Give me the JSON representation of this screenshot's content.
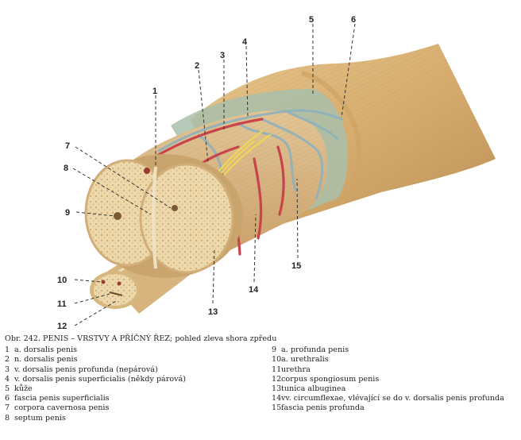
{
  "caption": {
    "title": "Obr. 242. PENIS – VRSTVY A PŘÍČNÝ ŘEZ; pohled zleva shora zpředu"
  },
  "figure": {
    "labels": [
      "1",
      "2",
      "3",
      "4",
      "5",
      "6",
      "7",
      "8",
      "9",
      "10",
      "11",
      "12",
      "13",
      "14",
      "15"
    ]
  },
  "legend": {
    "left": [
      {
        "n": "1",
        "text": "a. dorsalis penis"
      },
      {
        "n": "2",
        "text": "n. dorsalis penis"
      },
      {
        "n": "3",
        "text": "v. dorsalis penis profunda (nepárová)"
      },
      {
        "n": "4",
        "text": "v. dorsalis penis superficialis (někdy párová)"
      },
      {
        "n": "5",
        "text": "kůže"
      },
      {
        "n": "6",
        "text": "fascia penis superficialis"
      },
      {
        "n": "7",
        "text": "corpora cavernosa penis"
      },
      {
        "n": "8",
        "text": "septum penis"
      }
    ],
    "right": [
      {
        "n": "9",
        "text": "a. profunda penis"
      },
      {
        "n": "10",
        "text": "a. urethralis"
      },
      {
        "n": "11",
        "text": "urethra"
      },
      {
        "n": "12",
        "text": "corpus spongiosum penis"
      },
      {
        "n": "13",
        "text": "tunica albuginea"
      },
      {
        "n": "14",
        "text": "vv. circumflexae, vlévající se do v. dorsalis penis profunda"
      },
      {
        "n": "15",
        "text": "fascia penis profunda"
      }
    ]
  },
  "colors": {
    "skin": "#d9b47a",
    "fascia": "#9fb8a6",
    "artery": "#c8434a",
    "nerve": "#efd65a",
    "cut_surface": "#ead6a8"
  }
}
